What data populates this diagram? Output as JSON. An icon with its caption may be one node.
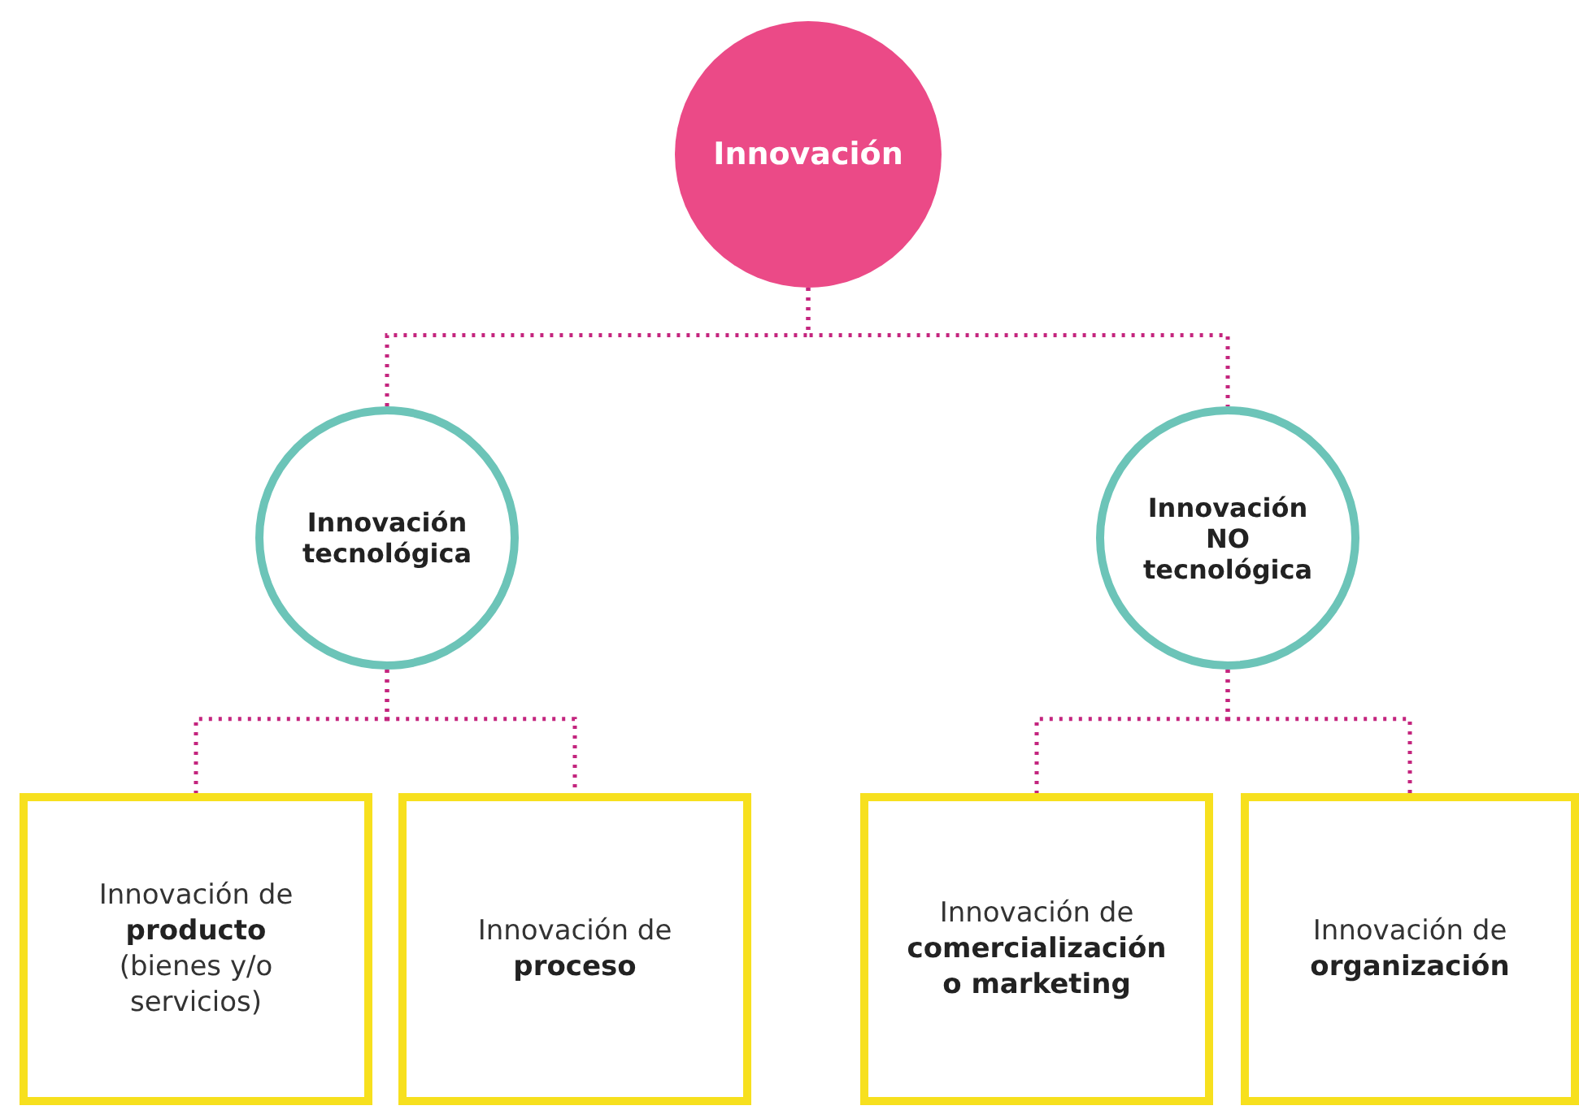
{
  "diagram": {
    "nodes": [
      {
        "text": [
          "Innovación"
        ]
      },
      {
        "text": [
          "Innovación tecnológica"
        ]
      },
      {
        "text": [
          "Innovación NO tecnológica"
        ]
      },
      {
        "text": [
          "Innovación de **producto** (bienes y/o servicios)"
        ]
      },
      {
        "text": [
          "Innovación de **proceso**"
        ]
      },
      {
        "text": [
          "Innovación de **comercialización o marketing**"
        ]
      },
      {
        "text": [
          "Innovación de **organización**"
        ]
      }
    ],
    "edges": [
      {
        "from": 0,
        "to": 1,
        "arrow": "none",
        "style": "dashed"
      },
      {
        "from": 0,
        "to": 2,
        "arrow": "none",
        "style": "dashed"
      },
      {
        "from": 1,
        "to": 3,
        "arrow": "none",
        "style": "dashed"
      },
      {
        "from": 1,
        "to": 4,
        "arrow": "none",
        "style": "dashed"
      },
      {
        "from": 2,
        "to": 5,
        "arrow": "none",
        "style": "dashed"
      },
      {
        "from": 2,
        "to": 6,
        "arrow": "none",
        "style": "dashed"
      }
    ]
  }
}
